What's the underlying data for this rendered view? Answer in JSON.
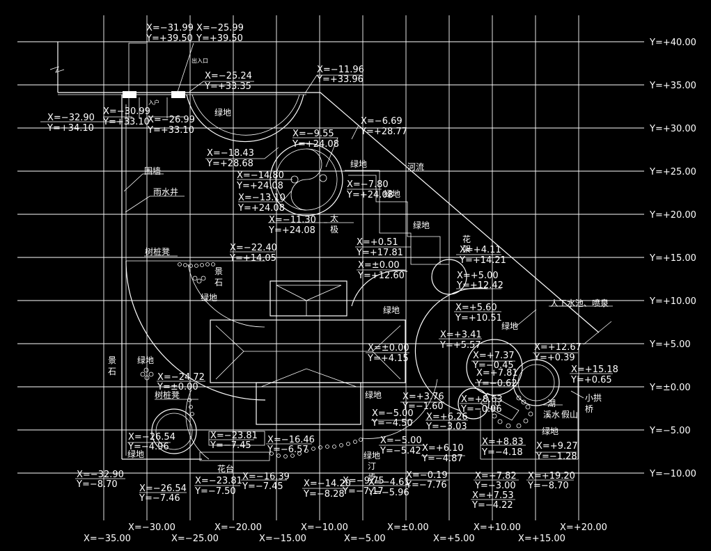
{
  "axes": {
    "y_labels": [
      "Y=+40.00",
      "Y=+35.00",
      "Y=+30.00",
      "Y=+25.00",
      "Y=+20.00",
      "Y=+15.00",
      "Y=+10.00",
      "Y=+5.00",
      "Y=±0.00",
      "Y=−5.00",
      "Y=−10.00"
    ],
    "x_labels_row1": [
      "X=−30.00",
      "X=−20.00",
      "X=−10.00",
      "X=±0.00",
      "X=+10.00",
      "X=+20.00"
    ],
    "x_labels_row2": [
      "X=−35.00",
      "X=−25.00",
      "X=−15.00",
      "X=−5.00",
      "X=+5.00",
      "X=+15.00"
    ]
  },
  "coords": [
    "X=−31.99",
    "Y=+39.50",
    "X=−25.99",
    "Y=+39.50",
    "X=−25.24",
    "Y=+33.35",
    "X=−11.96",
    "Y=+33.96",
    "X=−32.90",
    "Y=+34.10",
    "X=−30.99",
    "Y=+33.10",
    "X=−26.99",
    "Y=+33.10",
    "X=−18.43",
    "Y=+28.68",
    "X=−9.55",
    "Y=+24.08",
    "X=−6.69",
    "Y=+28.77",
    "X=−14.80",
    "Y=+24.08",
    "X=−13.10",
    "Y=+24.08",
    "X=−7.80",
    "Y=+24.08",
    "X=−11.30",
    "Y=+24.08",
    "X=+0.51",
    "Y=+17.81",
    "X=−22.40",
    "Y=+14.05",
    "X=±0.00",
    "Y=+12.60",
    "X=+4.11",
    "Y=+14.21",
    "X=+5.00",
    "Y=+12.42",
    "X=+5.60",
    "Y=+10.51",
    "X=+3.41",
    "Y=+5.57",
    "X=±0.00",
    "Y=+4.15",
    "X=+12.67",
    "Y=+0.39",
    "X=+7.37",
    "Y=−0.45",
    "X=+15.18",
    "Y=+0.65",
    "X=−24.72",
    "Y=±0.00",
    "X=+7.81",
    "Y=−0.62",
    "X=+3.76",
    "Y=−1.60",
    "X=+8.63",
    "Y=−0.96",
    "X=+6.26",
    "Y=−3.03",
    "X=−5.00",
    "Y=−4.50",
    "X=−26.54",
    "Y=−4.96",
    "X=−23.81",
    "Y=−7.45",
    "X=−16.46",
    "Y=−6.57",
    "X=−5.00",
    "Y=−5.42",
    "X=+6.10",
    "Y=−4.87",
    "X=+8.83",
    "Y=−4.18",
    "X=+9.27",
    "Y=−1.28",
    "X=−32.90",
    "Y=−8.70",
    "X=−23.81",
    "Y=−7.50",
    "X=−16.39",
    "Y=−7.45",
    "X=−14.20",
    "Y=−8.28",
    "X=−9.75",
    "Y=−7.17",
    "X=−4.61",
    "Y=−5.96",
    "X=−0.19",
    "Y=−7.76",
    "X=+7.82",
    "Y=−3.00",
    "X=+19.20",
    "Y=−8.70",
    "X=−26.54",
    "Y=−7.46",
    "X=+7.53",
    "Y=−4.22"
  ],
  "labels": {
    "greenland": "绿地",
    "river": "河流",
    "wall": "围墙",
    "rain_well": "雨水井",
    "stump_seat": "树桩凳",
    "taiji_1": "太",
    "taiji_2": "极",
    "flower_1": "花",
    "flower_2": "架",
    "scenic_1": "景",
    "scenic_2": "石",
    "fountain": "人工水池、喷泉",
    "lake": "湖",
    "rockery": "假山",
    "water": "溪水",
    "bridge_1": "小拱",
    "bridge_2": "桥",
    "flower_bed": "花台",
    "pavilion_1": "汀",
    "pavilion_2": "步",
    "door": "入户",
    "entrance": "出入口"
  }
}
